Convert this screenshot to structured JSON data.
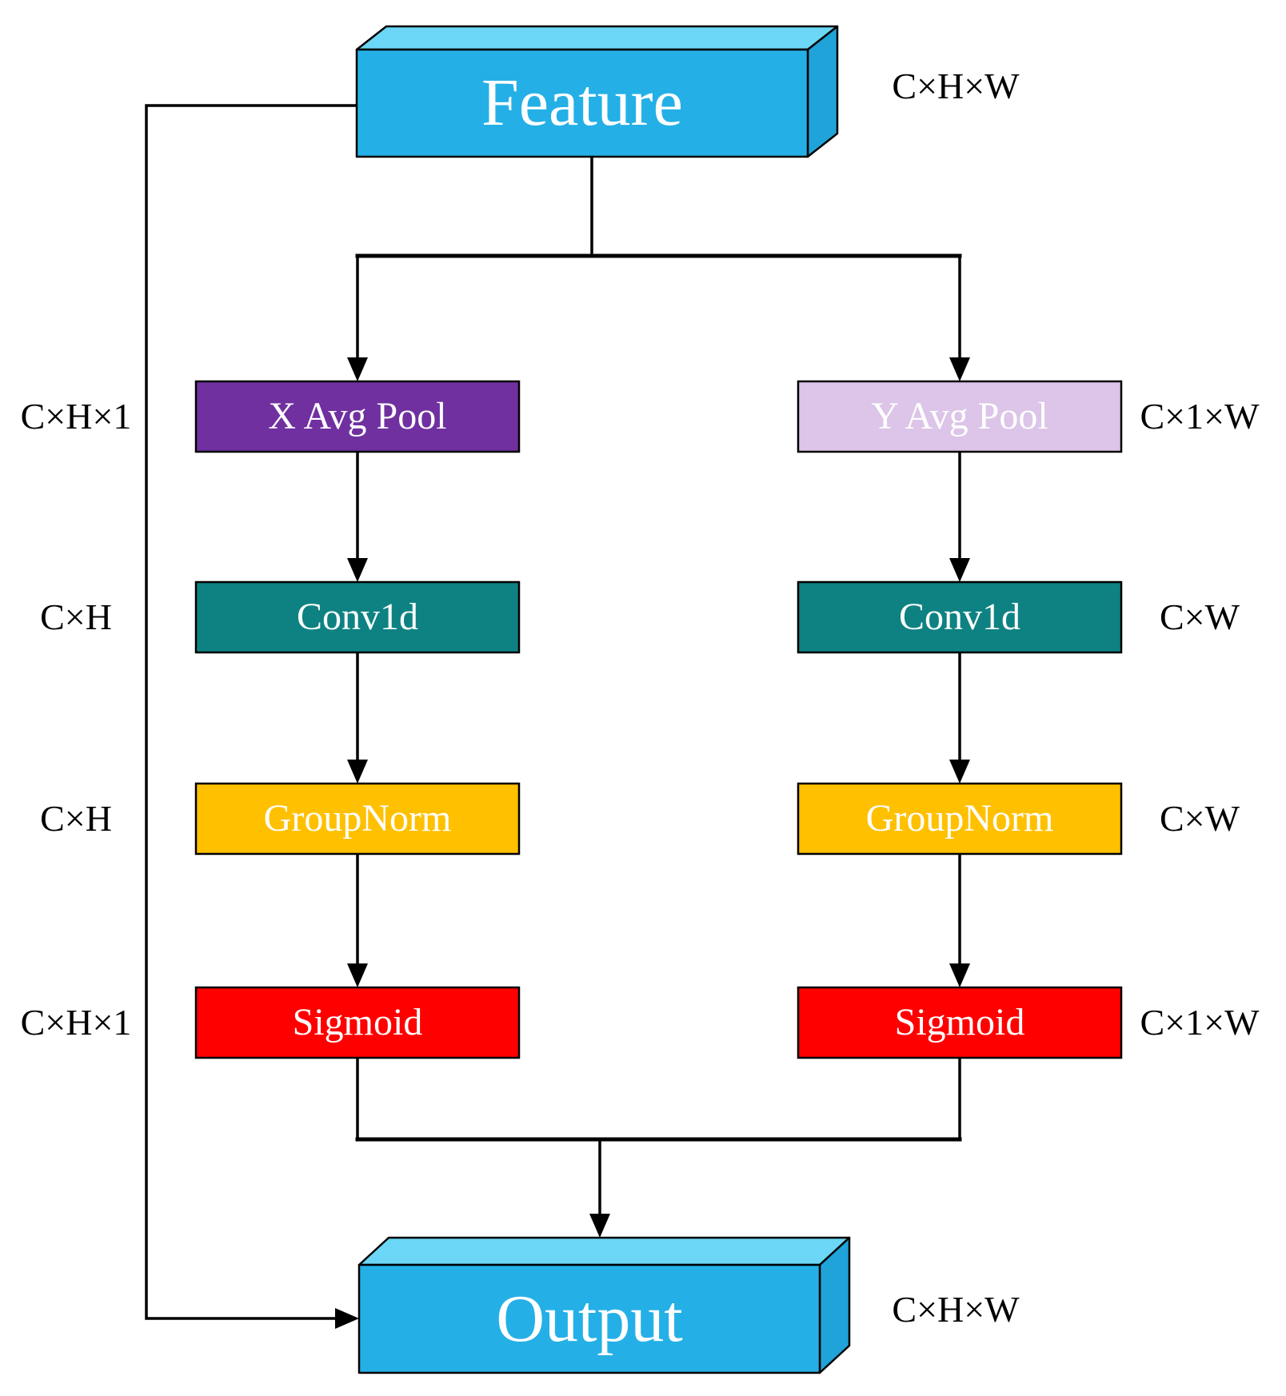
{
  "diagram": {
    "feature": {
      "label": "Feature",
      "dim": "C×H×W"
    },
    "output": {
      "label": "Output",
      "dim": "C×H×W"
    },
    "left_branch": {
      "pool": {
        "label": "X Avg Pool",
        "dim": "C×H×1"
      },
      "conv": {
        "label": "Conv1d",
        "dim": "C×H"
      },
      "norm": {
        "label": "GroupNorm",
        "dim": "C×H"
      },
      "act": {
        "label": "Sigmoid",
        "dim": "C×H×1"
      }
    },
    "right_branch": {
      "pool": {
        "label": "Y Avg Pool",
        "dim": "C×1×W"
      },
      "conv": {
        "label": "Conv1d",
        "dim": "C×W"
      },
      "norm": {
        "label": "GroupNorm",
        "dim": "C×W"
      },
      "act": {
        "label": "Sigmoid",
        "dim": "C×1×W"
      }
    },
    "colors": {
      "io_front": "#24B0E6",
      "io_top": "#6BD6F5",
      "io_side": "#1FA3D8",
      "x_avg_pool": "#7030A0",
      "y_avg_pool": "#DCC5E8",
      "conv1d": "#0E8282",
      "groupnorm": "#FFC000",
      "sigmoid": "#FF0000",
      "connector": "#000000"
    }
  }
}
